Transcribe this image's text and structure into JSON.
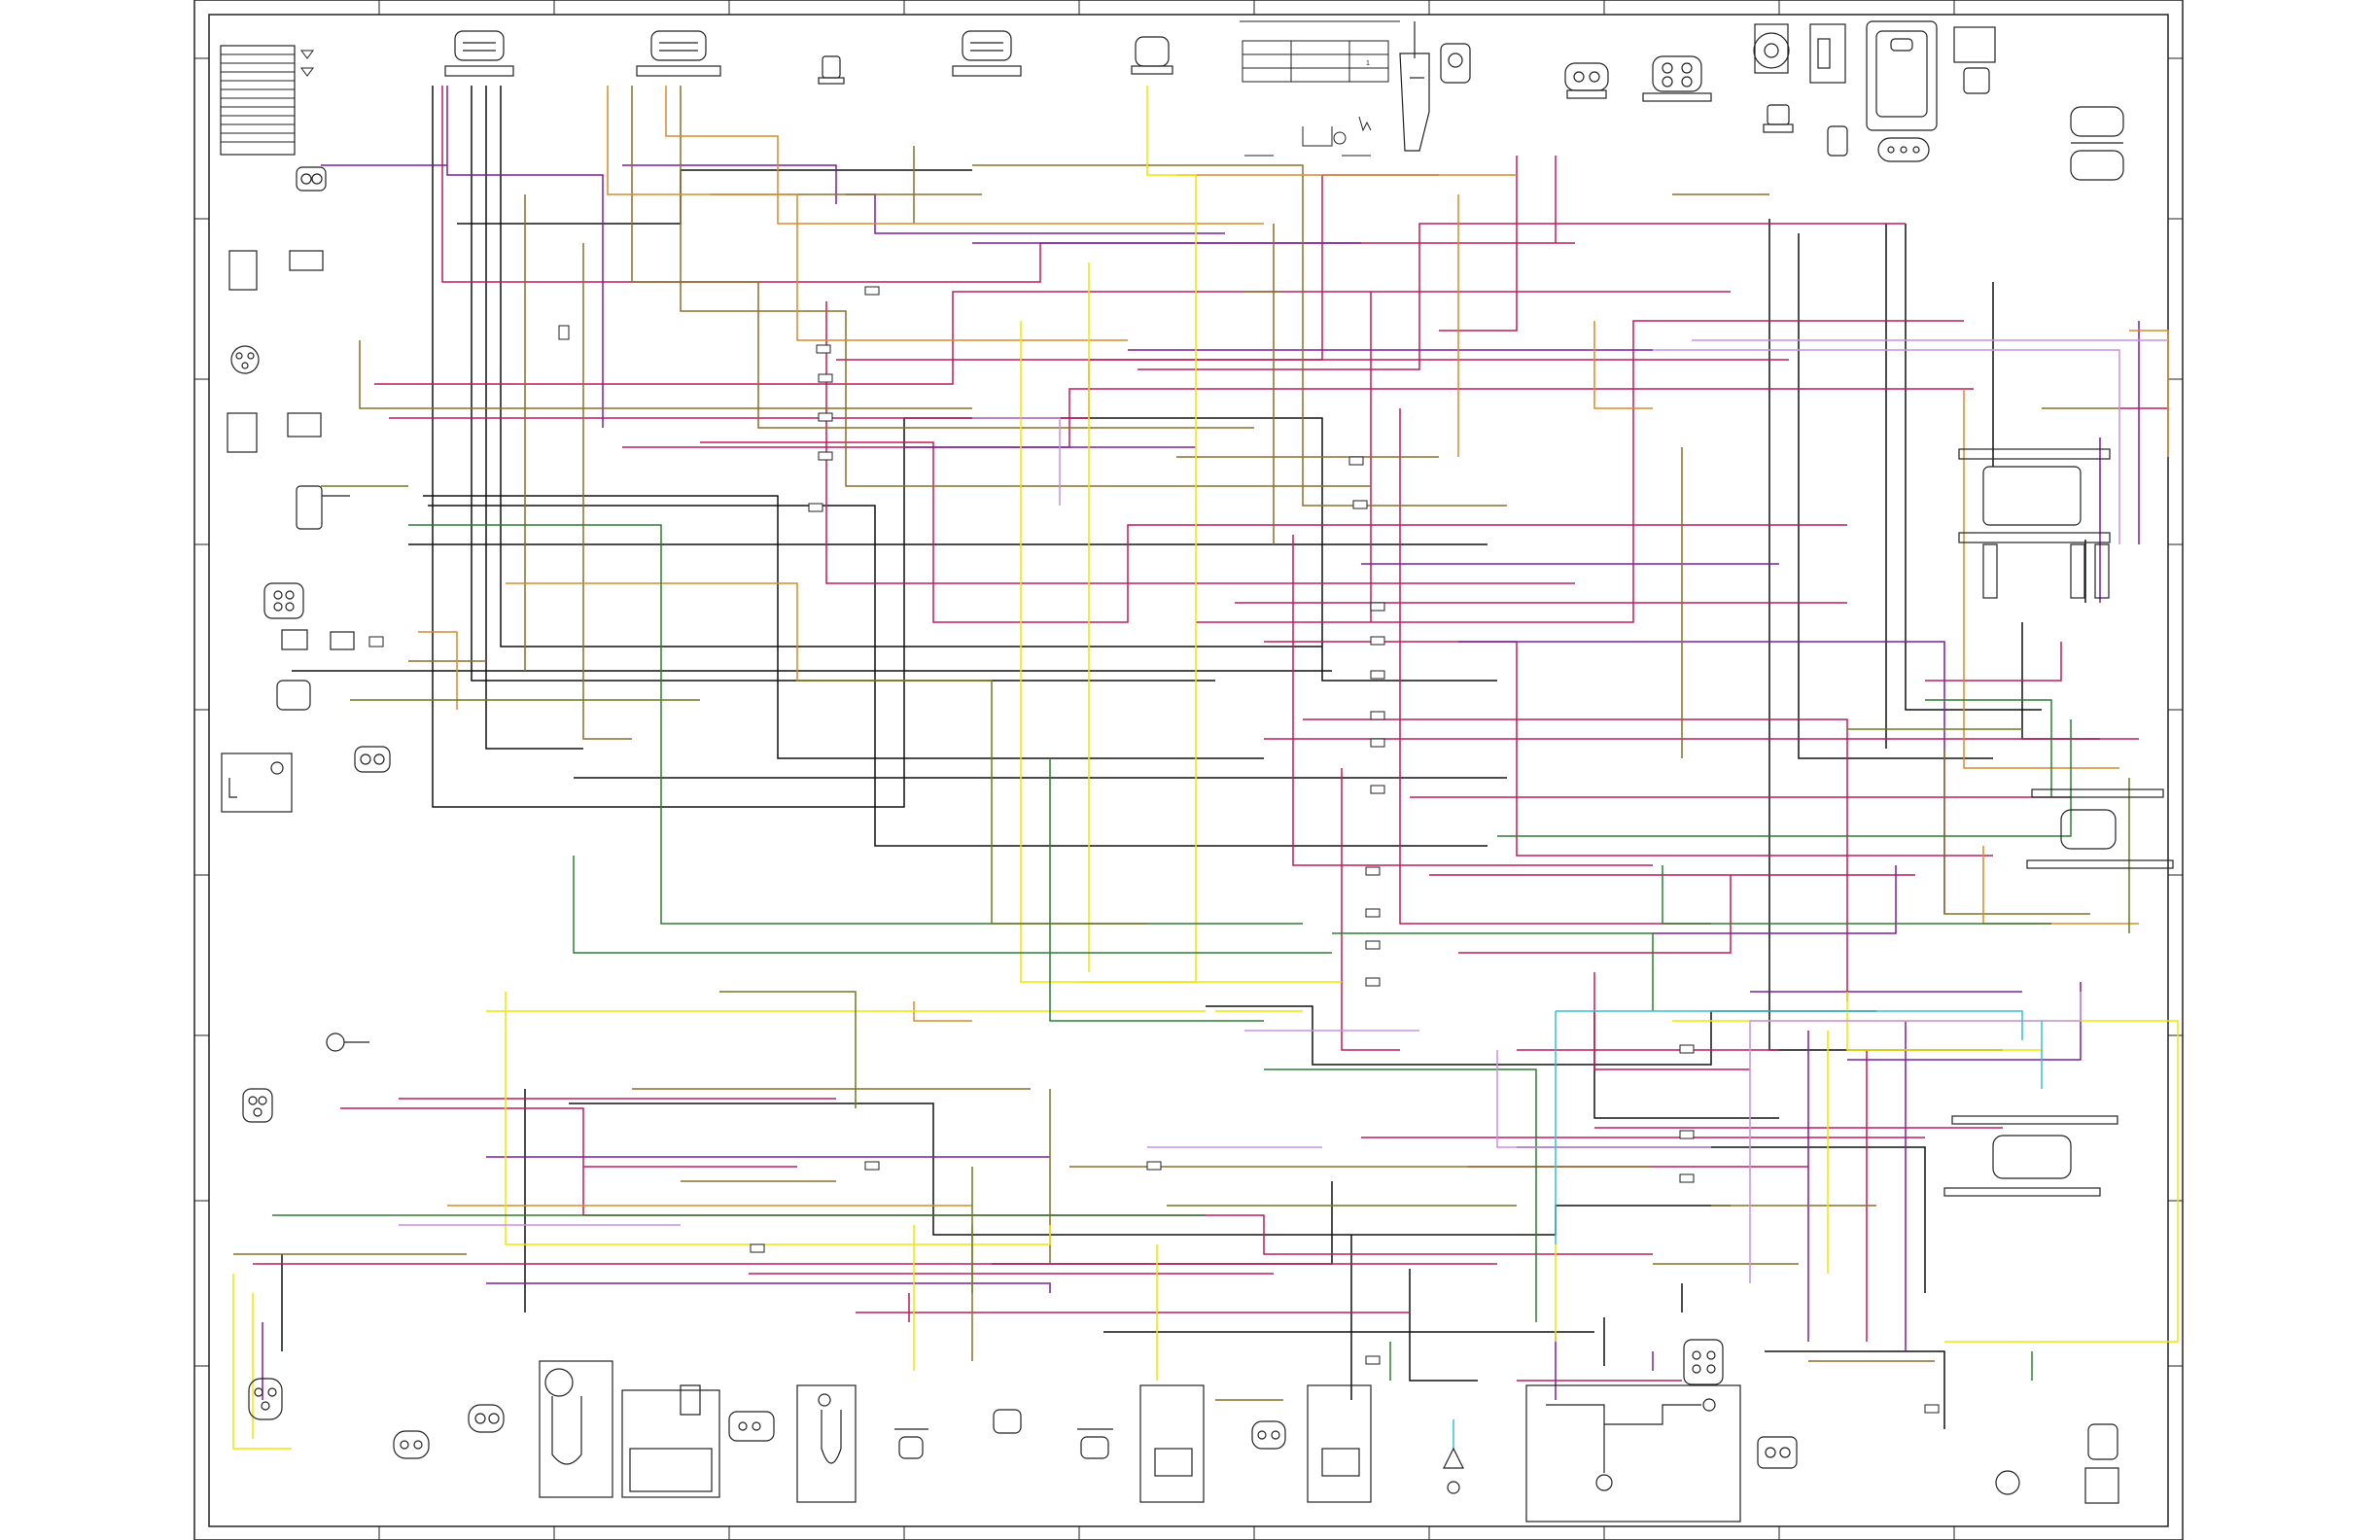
{
  "sheet": {
    "title": "",
    "border_zone_count_top": 11,
    "border_zone_count_side": 9
  },
  "wire_colors": {
    "black": "#111111",
    "red_pink": "#c2185b",
    "purple": "#7b1fa2",
    "brown": "#8d6e2a",
    "orange": "#d98c2b",
    "yellow": "#f2e600",
    "green": "#2e7d32",
    "olive": "#6b7d1f",
    "light_purple": "#c792ea",
    "cyan": "#33c3d6",
    "dark_red": "#8b1a1a"
  },
  "legend_table": {
    "row_count": 12
  },
  "info_table": {
    "row_count": 3,
    "marker": "1"
  },
  "connectors": {
    "top_row": [
      "top-connector-1",
      "top-connector-2",
      "top-connector-3",
      "top-connector-4",
      "top-connector-5",
      "top-connector-6",
      "top-connector-7",
      "top-connector-8",
      "top-connector-9",
      "top-connector-10",
      "top-connector-11",
      "top-connector-12",
      "top-connector-13"
    ],
    "left_column": [
      "left-connector-1",
      "left-connector-2",
      "left-connector-3",
      "left-connector-4",
      "left-connector-5",
      "left-connector-6",
      "left-connector-7",
      "left-connector-8",
      "left-connector-9",
      "left-connector-10",
      "left-connector-11"
    ],
    "bottom_row": [
      "bottom-connector-1",
      "bottom-connector-2",
      "bottom-connector-3",
      "bottom-connector-4",
      "bottom-connector-5",
      "bottom-connector-6",
      "bottom-connector-7",
      "bottom-connector-8",
      "bottom-connector-9",
      "bottom-connector-10",
      "bottom-connector-11",
      "bottom-connector-12",
      "bottom-connector-13",
      "bottom-connector-14",
      "bottom-connector-15"
    ],
    "right_column": [
      "ecu-main-connector",
      "right-connector-2",
      "right-connector-3",
      "right-connector-4"
    ]
  }
}
